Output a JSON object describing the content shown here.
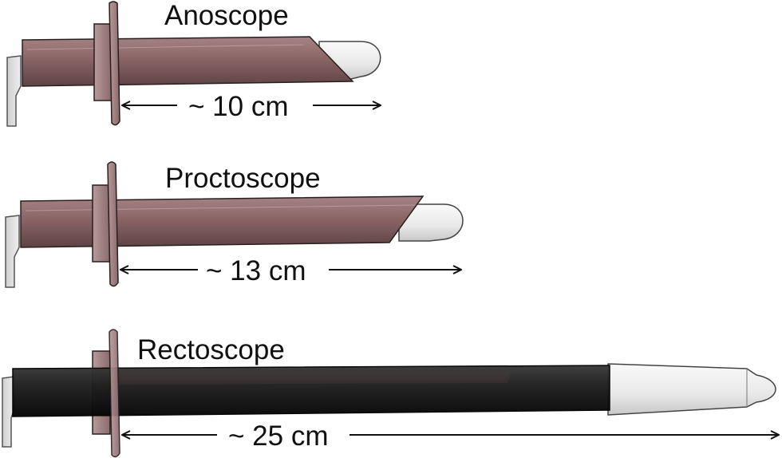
{
  "instruments": [
    {
      "name": "Anoscope",
      "measure": "~ 10 cm"
    },
    {
      "name": "Proctoscope",
      "measure": "~ 13 cm"
    },
    {
      "name": "Rectoscope",
      "measure": "~ 25 cm"
    }
  ],
  "colors": {
    "tube_brown": "#8a6566",
    "tube_brown_dark": "#5a3f40",
    "tube_black": "#1a1a1a",
    "obturator_tip": "#eeeeee",
    "handle": "#dddddd",
    "flange": "#9c7a7b",
    "outline": "#222222",
    "text": "#111111"
  }
}
